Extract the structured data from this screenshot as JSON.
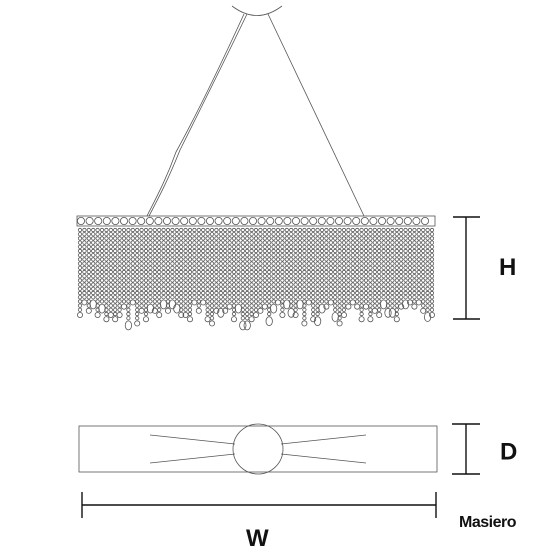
{
  "dimensions": {
    "height_label": "H",
    "depth_label": "D",
    "width_label": "W"
  },
  "brand": {
    "name": "Masiero"
  },
  "line_color": "#555555"
}
